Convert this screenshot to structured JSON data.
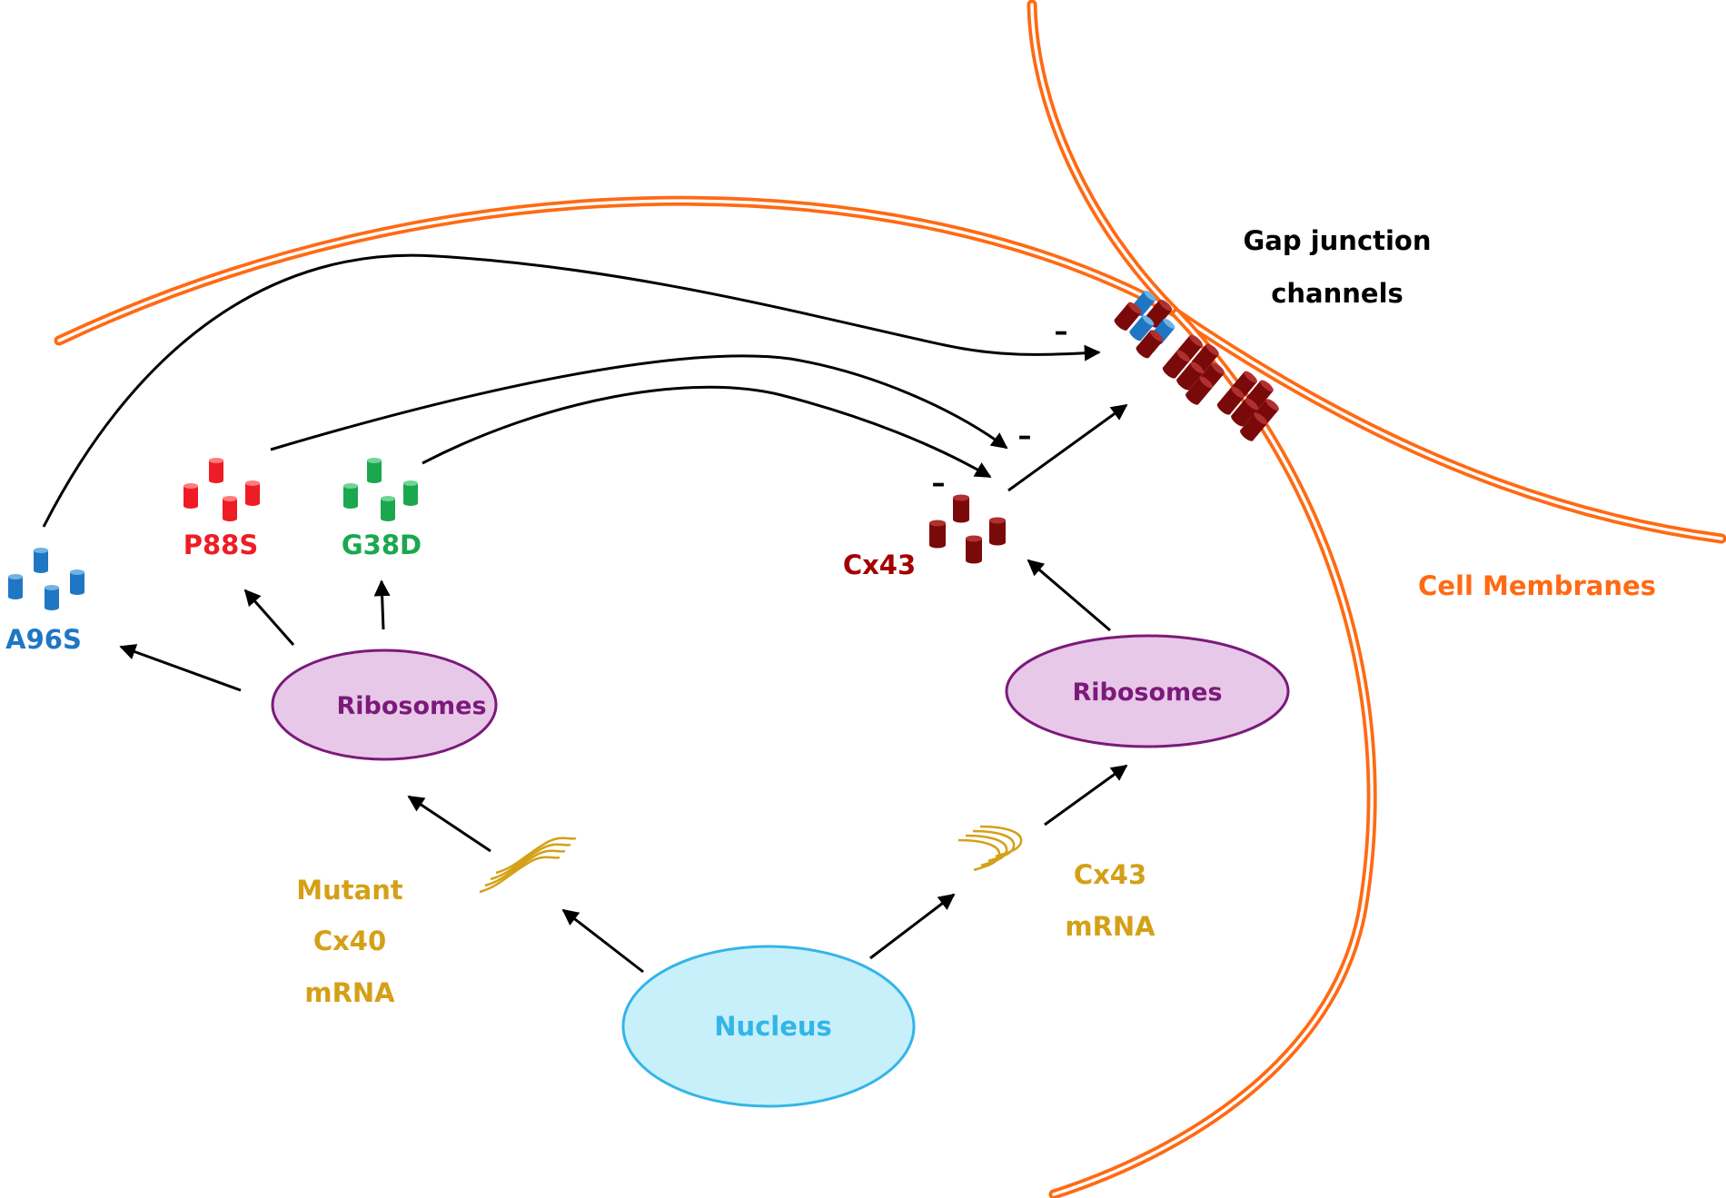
{
  "labels": {
    "gap_junction_line1": "Gap junction",
    "gap_junction_line2": "channels",
    "cell_membranes": "Cell Membranes",
    "a96s": "A96S",
    "p88s": "P88S",
    "g38d": "G38D",
    "cx43_protein": "Cx43",
    "ribosomes_left": "Ribosomes",
    "ribosomes_right": "Ribosomes",
    "nucleus": "Nucleus",
    "mutant_mrna_line1": "Mutant",
    "mutant_mrna_line2": "Cx40",
    "mutant_mrna_line3": "mRNA",
    "cx43_mrna_line1": "Cx43",
    "cx43_mrna_line2": "mRNA",
    "inhibit_1": "–",
    "inhibit_2": "–",
    "inhibit_3": "–"
  },
  "colors": {
    "membrane": "#ff6a13",
    "a96s": "#1f77c4",
    "p88s": "#ee1c24",
    "g38d": "#1aa84f",
    "cx43": "#7a0a0a",
    "ribosome_fill": "#e8c8e8",
    "ribosome_stroke": "#7b1a7b",
    "nucleus_fill": "#c8f0fa",
    "nucleus_stroke": "#33b5e8",
    "mrna": "#d4a017",
    "arrow": "#000000"
  }
}
